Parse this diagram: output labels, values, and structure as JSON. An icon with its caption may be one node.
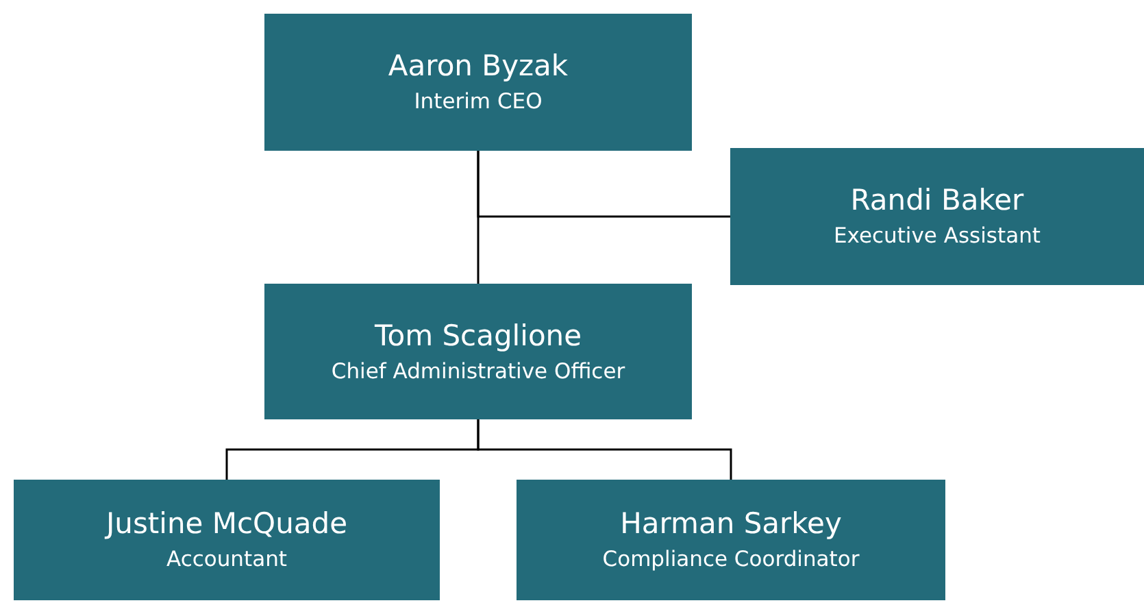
{
  "diagram": {
    "nodes": [
      {
        "text": [
          "Aaron Byzak",
          "Interim CEO"
        ]
      },
      {
        "text": [
          "Randi Baker",
          "Executive Assistant"
        ]
      },
      {
        "text": [
          "Tom Scaglione",
          "Chief Administrative Officer"
        ]
      },
      {
        "text": [
          "Justine McQuade",
          "Accountant"
        ]
      },
      {
        "text": [
          "Harman Sarkey",
          "Compliance Coordinator"
        ]
      }
    ],
    "edges": [
      {
        "from": 0,
        "to": 2,
        "arrow": "none"
      },
      {
        "from": 0,
        "to": 1,
        "arrow": "none"
      },
      {
        "from": 2,
        "to": 3,
        "arrow": "none"
      },
      {
        "from": 2,
        "to": 4,
        "arrow": "none"
      }
    ]
  }
}
